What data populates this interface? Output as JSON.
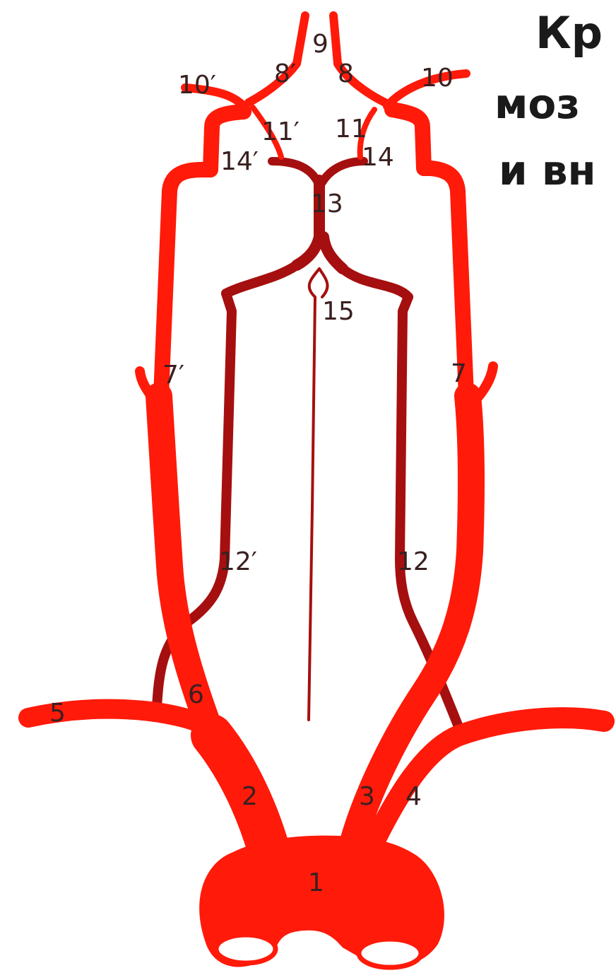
{
  "title_lines": [
    "Кр",
    "моз",
    "и вн"
  ],
  "colors": {
    "artery": "#ff1a0a",
    "vertebral": "#a60f0f",
    "label": "#3a2020",
    "background": "#ffffff"
  },
  "labels": {
    "n1": "1",
    "n2": "2",
    "n3": "3",
    "n4": "4",
    "n5": "5",
    "n6": "6",
    "n7": "7",
    "n7p": "7′",
    "n8": "8",
    "n8p": "8′",
    "n9": "9",
    "n10": "10",
    "n10p": "10′",
    "n11": "11",
    "n11p": "11′",
    "n12": "12",
    "n12p": "12′",
    "n13": "13",
    "n14": "14",
    "n14p": "14′",
    "n15": "15"
  }
}
